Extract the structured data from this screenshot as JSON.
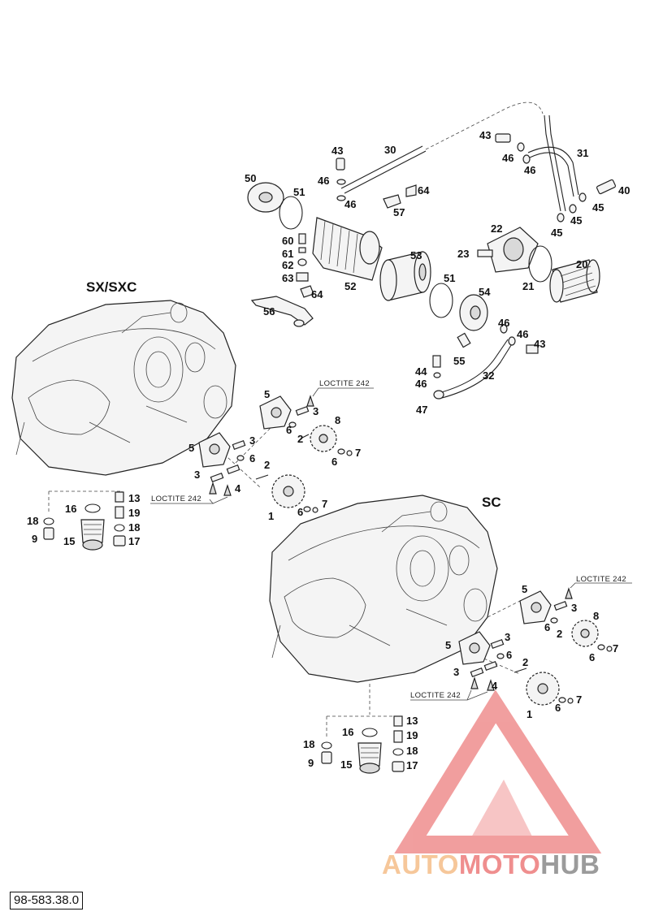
{
  "sections": {
    "top": "SX/SXC",
    "bottom": "SC"
  },
  "loctite_note": "LOCTITE 242",
  "document_number": "98-583.38.0",
  "watermark": {
    "part1": "AUTO",
    "part2": "MOTO",
    "part3": "HUB",
    "colors": {
      "orange": "#f6c79a",
      "red": "#ef8e8e",
      "grey": "#9b9b9b"
    }
  },
  "callouts": {
    "c1_43": "43",
    "c1_30": "30",
    "c1_31": "31",
    "c1_46a": "46",
    "c1_46b": "46",
    "c1_50": "50",
    "c1_51": "51",
    "c1_46c": "46",
    "c1_46d": "46",
    "c1_64a": "64",
    "c1_40": "40",
    "c1_57": "57",
    "c1_45a": "45",
    "c1_45b": "45",
    "c1_45c": "45",
    "c1_60": "60",
    "c1_61": "61",
    "c1_62": "62",
    "c1_63": "63",
    "c1_64b": "64",
    "c1_52": "52",
    "c1_53": "53",
    "c1_22": "22",
    "c1_23": "23",
    "c1_20": "20",
    "c1_21": "21",
    "c1_51b": "51",
    "c1_54": "54",
    "c1_56": "56",
    "c1_46e": "46",
    "c1_46f": "46",
    "c1_43b": "43",
    "c1_55": "55",
    "c1_44": "44",
    "c1_46g": "46",
    "c1_32": "32",
    "c1_47": "47",
    "a_5": "5",
    "a_3a": "3",
    "a_8": "8",
    "a_6a": "6",
    "a_2a": "2",
    "a_7a": "7",
    "a_6b": "6",
    "a_5b": "5",
    "a_3b": "3",
    "a_6c": "6",
    "a_2b": "2",
    "a_3c": "3",
    "a_4": "4",
    "a_1": "1",
    "a_7b": "7",
    "a_6d": "6",
    "a_13": "13",
    "a_16": "16",
    "a_19": "19",
    "a_18a": "18",
    "a_18b": "18",
    "a_9": "9",
    "a_15": "15",
    "a_17": "17",
    "b_5": "5",
    "b_3a": "3",
    "b_8": "8",
    "b_6a": "6",
    "b_2a": "2",
    "b_7a": "7",
    "b_6b": "6",
    "b_5b": "5",
    "b_3b": "3",
    "b_6c": "6",
    "b_2b": "2",
    "b_3c": "3",
    "b_4": "4",
    "b_1": "1",
    "b_6d": "6",
    "b_7b": "7",
    "b_13": "13",
    "b_16": "16",
    "b_19": "19",
    "b_18a": "18",
    "b_18b": "18",
    "b_9": "9",
    "b_15": "15",
    "b_17": "17"
  }
}
